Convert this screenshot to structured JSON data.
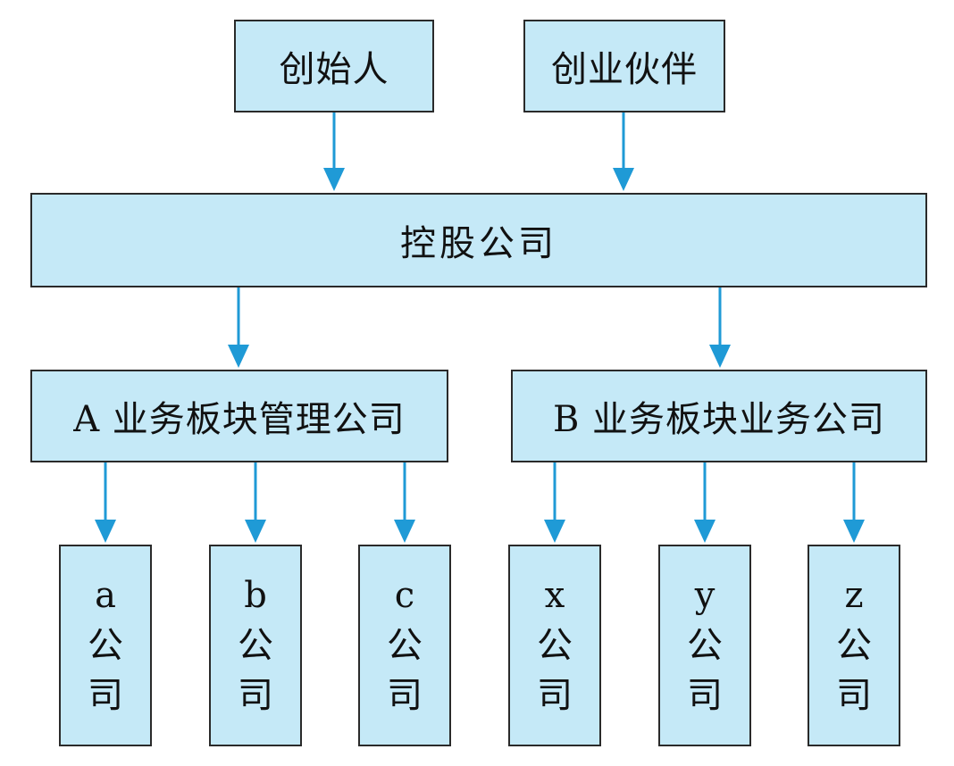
{
  "diagram": {
    "top_nodes": [
      {
        "id": "founder",
        "label": "创始人"
      },
      {
        "id": "partner",
        "label": "创业伙伴"
      }
    ],
    "holding": {
      "label": "控股公司"
    },
    "middle_nodes": [
      {
        "id": "a-group",
        "label": "A 业务板块管理公司"
      },
      {
        "id": "b-group",
        "label": "B 业务板块业务公司"
      }
    ],
    "leaf_nodes": [
      {
        "id": "a",
        "letter": "a",
        "line2": "公",
        "line3": "司"
      },
      {
        "id": "b",
        "letter": "b",
        "line2": "公",
        "line3": "司"
      },
      {
        "id": "c",
        "letter": "c",
        "line2": "公",
        "line3": "司"
      },
      {
        "id": "x",
        "letter": "x",
        "line2": "公",
        "line3": "司"
      },
      {
        "id": "y",
        "letter": "y",
        "line2": "公",
        "line3": "司"
      },
      {
        "id": "z",
        "letter": "z",
        "line2": "公",
        "line3": "司"
      }
    ],
    "edges": [
      {
        "from": "founder",
        "to": "holding"
      },
      {
        "from": "partner",
        "to": "holding"
      },
      {
        "from": "holding",
        "to": "a-group"
      },
      {
        "from": "holding",
        "to": "b-group"
      },
      {
        "from": "a-group",
        "to": "a"
      },
      {
        "from": "a-group",
        "to": "b"
      },
      {
        "from": "a-group",
        "to": "c"
      },
      {
        "from": "b-group",
        "to": "x"
      },
      {
        "from": "b-group",
        "to": "y"
      },
      {
        "from": "b-group",
        "to": "z"
      }
    ],
    "colors": {
      "box_fill": "#c5e9f7",
      "box_border": "#2a2a2a",
      "arrow": "#1f9ad6"
    }
  }
}
